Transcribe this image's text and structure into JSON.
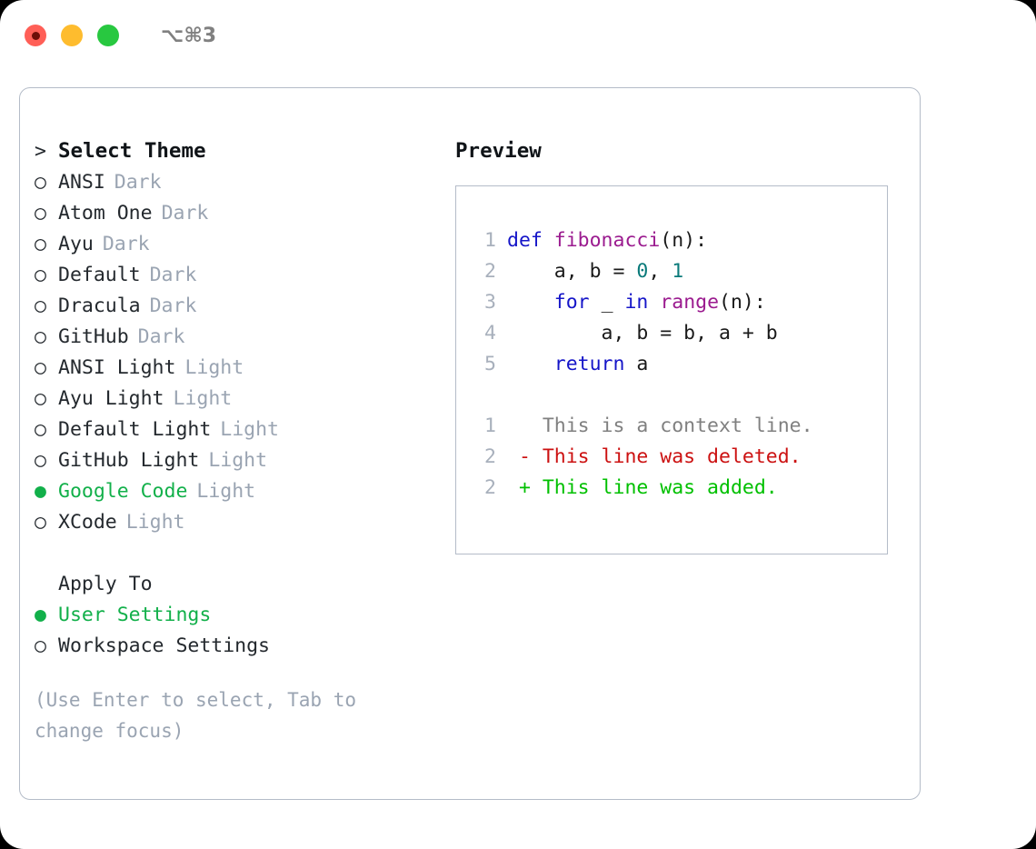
{
  "window": {
    "traffic_lights": [
      {
        "name": "close-button",
        "color": "#FF5F57"
      },
      {
        "name": "minimize-button",
        "color": "#FEBC2E"
      },
      {
        "name": "maximize-button",
        "color": "#28C840"
      }
    ],
    "shortcut_label": "⌥⌘3"
  },
  "theme_picker": {
    "heading_prefix": "> ",
    "heading": "Select Theme",
    "selected_bullet": "●",
    "unselected_bullet": "○",
    "items": [
      {
        "bullet": "○",
        "name": "ANSI",
        "variant": "Dark",
        "selected": false
      },
      {
        "bullet": "○",
        "name": "Atom One",
        "variant": "Dark",
        "selected": false
      },
      {
        "bullet": "○",
        "name": "Ayu",
        "variant": "Dark",
        "selected": false
      },
      {
        "bullet": "○",
        "name": "Default",
        "variant": "Dark",
        "selected": false
      },
      {
        "bullet": "○",
        "name": "Dracula",
        "variant": "Dark",
        "selected": false
      },
      {
        "bullet": "○",
        "name": "GitHub",
        "variant": "Dark",
        "selected": false
      },
      {
        "bullet": "○",
        "name": "ANSI Light",
        "variant": "Light",
        "selected": false
      },
      {
        "bullet": "○",
        "name": "Ayu Light",
        "variant": "Light",
        "selected": false
      },
      {
        "bullet": "○",
        "name": "Default Light",
        "variant": "Light",
        "selected": false
      },
      {
        "bullet": "○",
        "name": "GitHub Light",
        "variant": "Light",
        "selected": false
      },
      {
        "bullet": "●",
        "name": "Google Code",
        "variant": "Light",
        "selected": true
      },
      {
        "bullet": "○",
        "name": "XCode",
        "variant": "Light",
        "selected": false
      }
    ]
  },
  "apply_to": {
    "heading": "Apply To",
    "items": [
      {
        "bullet": "●",
        "name": "User Settings",
        "selected": true
      },
      {
        "bullet": "○",
        "name": "Workspace Settings",
        "selected": false
      }
    ]
  },
  "hint": "(Use Enter to select, Tab to change focus)",
  "preview": {
    "title": "Preview",
    "code_lines": [
      {
        "no": "1",
        "tokens": [
          {
            "t": "def ",
            "c": "kw"
          },
          {
            "t": "fibonacci",
            "c": "fn"
          },
          {
            "t": "(n):",
            "c": "txt"
          }
        ]
      },
      {
        "no": "2",
        "tokens": [
          {
            "t": "    a, b = ",
            "c": "txt"
          },
          {
            "t": "0",
            "c": "num"
          },
          {
            "t": ", ",
            "c": "txt"
          },
          {
            "t": "1",
            "c": "num"
          }
        ]
      },
      {
        "no": "3",
        "tokens": [
          {
            "t": "    ",
            "c": "txt"
          },
          {
            "t": "for",
            "c": "kw"
          },
          {
            "t": " _ ",
            "c": "txt"
          },
          {
            "t": "in",
            "c": "kw"
          },
          {
            "t": " ",
            "c": "txt"
          },
          {
            "t": "range",
            "c": "fn"
          },
          {
            "t": "(n):",
            "c": "txt"
          }
        ]
      },
      {
        "no": "4",
        "tokens": [
          {
            "t": "        a, b = b, a + b",
            "c": "txt"
          }
        ]
      },
      {
        "no": "5",
        "tokens": [
          {
            "t": "    ",
            "c": "txt"
          },
          {
            "t": "return",
            "c": "kw"
          },
          {
            "t": " a",
            "c": "txt"
          }
        ]
      }
    ],
    "diff_lines": [
      {
        "no": "1",
        "tokens": [
          {
            "t": "   This is a context line.",
            "c": "ctx"
          }
        ]
      },
      {
        "no": "2",
        "tokens": [
          {
            "t": " - This line was deleted.",
            "c": "del"
          }
        ]
      },
      {
        "no": "2",
        "tokens": [
          {
            "t": " + This line was added.",
            "c": "add"
          }
        ]
      }
    ]
  },
  "colors": {
    "accent_green": "#12B04A",
    "muted": "#9aa4b2",
    "border": "#b4bcc8",
    "keyword": "#1515C8",
    "function": "#9B1B8F",
    "number": "#0A7A7A",
    "diff_deleted": "#CC1111",
    "diff_added": "#00C000"
  }
}
